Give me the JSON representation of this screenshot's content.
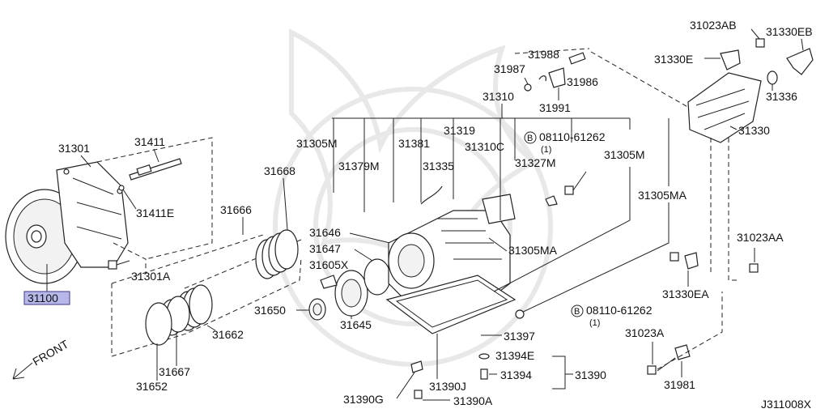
{
  "diagram_code": "J311008X",
  "direction_label": "FRONT",
  "highlight_color": "#b7b7ea",
  "labels": {
    "p31301": "31301",
    "p31411": "31411",
    "p31411E": "31411E",
    "p31301A": "31301A",
    "p31100": "31100",
    "p31666": "31666",
    "p31668": "31668",
    "p31662": "31662",
    "p31650": "31650",
    "p31667": "31667",
    "p31652": "31652",
    "p31305M_a": "31305M",
    "p31379M": "31379M",
    "p31381": "31381",
    "p31319": "31319",
    "p31310C": "31310C",
    "p31310": "31310",
    "p31335": "31335",
    "p31327M": "31327M",
    "p08110_a": "08110-61262",
    "p08110_a_qty": "(1)",
    "p31305M_b": "31305M",
    "p31305MA_a": "31305MA",
    "p31305MA_b": "31305MA",
    "p31646": "31646",
    "p31647": "31647",
    "p31605X": "31605X",
    "p31645": "31645",
    "p31397": "31397",
    "p31394E": "31394E",
    "p31394": "31394",
    "p31390": "31390",
    "p31390J": "31390J",
    "p31390G": "31390G",
    "p31390A": "31390A",
    "p31987": "31987",
    "p31988": "31988",
    "p31986": "31986",
    "p31991": "31991",
    "p31023AB": "31023AB",
    "p31330EB": "31330EB",
    "p31330E": "31330E",
    "p31336": "31336",
    "p31330": "31330",
    "p31023AA": "31023AA",
    "p31330EA": "31330EA",
    "p08110_b": "08110-61262",
    "p08110_b_qty": "(1)",
    "p31023A": "31023A",
    "p31981": "31981",
    "bolt_marker": "B"
  }
}
